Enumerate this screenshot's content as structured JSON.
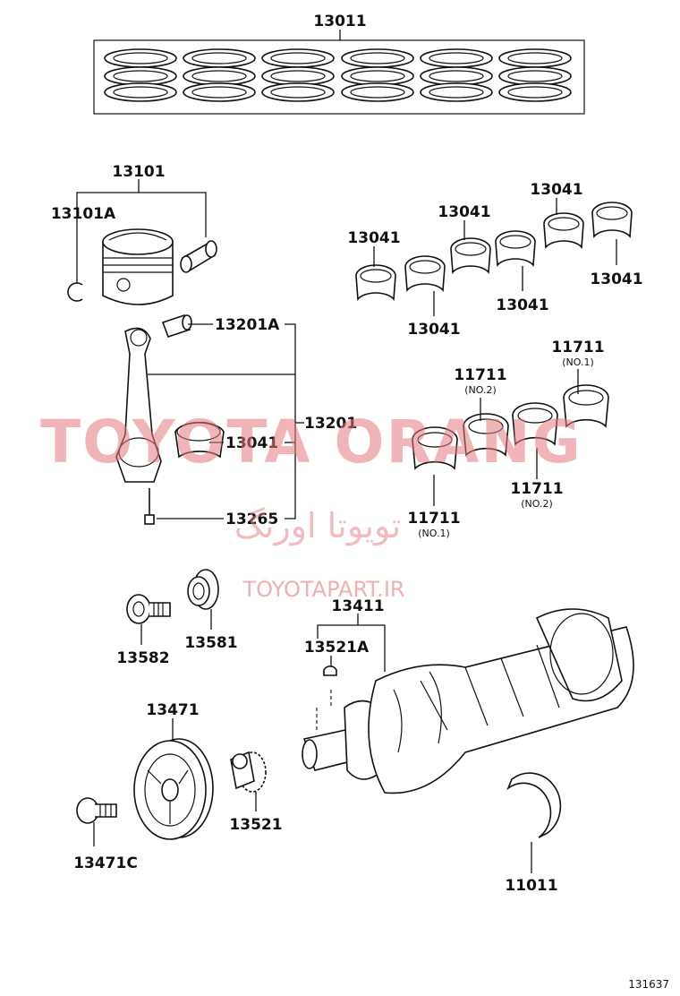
{
  "watermark": {
    "brand": "TOYOTA ORANG",
    "persian": "تویوتا اورنگ",
    "site": "TOYOTAPART.IR",
    "color": "#e57a80"
  },
  "labels": {
    "ring_set": "13011",
    "piston": "13101",
    "piston_ring_clip": "13101A",
    "rod_bushing": "13201A",
    "rod_assembly": "13201",
    "rod_bearing_inset": "13041",
    "rod_bolt": "13265",
    "rod_bearing_1": "13041",
    "rod_bearing_2": "13041",
    "rod_bearing_3": "13041",
    "rod_bearing_4": "13041",
    "rod_bearing_5": "13041",
    "rod_bearing_6": "13041",
    "main_bearing_no1_top": "11711",
    "main_bearing_no1_top_sub": "(NO.1)",
    "main_bearing_no2_top": "11711",
    "main_bearing_no2_top_sub": "(NO.2)",
    "main_bearing_no2_bottom": "11711",
    "main_bearing_no2_bottom_sub": "(NO.2)",
    "main_bearing_no1_bottom": "11711",
    "main_bearing_no1_bottom_sub": "(NO.1)",
    "pulley_bolt_small": "13582",
    "pulley_washer": "13581",
    "crankshaft": "13411",
    "crank_key": "13521A",
    "crank_pulley": "13471",
    "pulley_bolt": "13471C",
    "timing_sprocket": "13521",
    "thrust_washer": "11011"
  },
  "diagram_code": "131637"
}
